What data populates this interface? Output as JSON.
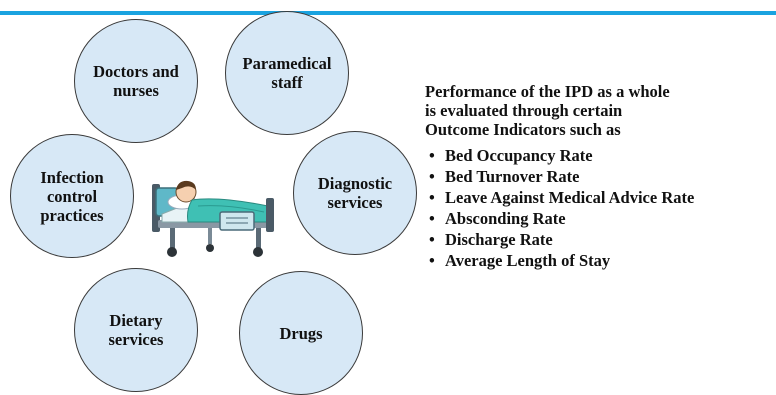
{
  "circles": {
    "doctors": "Doctors and\nnurses",
    "paramedical": "Paramedical\nstaff",
    "infection": "Infection\ncontrol\npractices",
    "diagnostic": "Diagnostic\nservices",
    "dietary": "Dietary\nservices",
    "drugs": "Drugs"
  },
  "bed_icon": "hospital-bed-with-patient-icon",
  "panel": {
    "intro": "Performance of the IPD as a whole\nis evaluated through certain\nOutcome Indicators such as",
    "indicators": [
      "Bed Occupancy Rate",
      "Bed Turnover Rate",
      "Leave Against Medical Advice Rate",
      "Absconding Rate",
      "Discharge Rate",
      "Average Length of Stay"
    ]
  },
  "colors": {
    "accent_rule": "#1aa3e0",
    "circle_fill": "#d7e8f6"
  }
}
